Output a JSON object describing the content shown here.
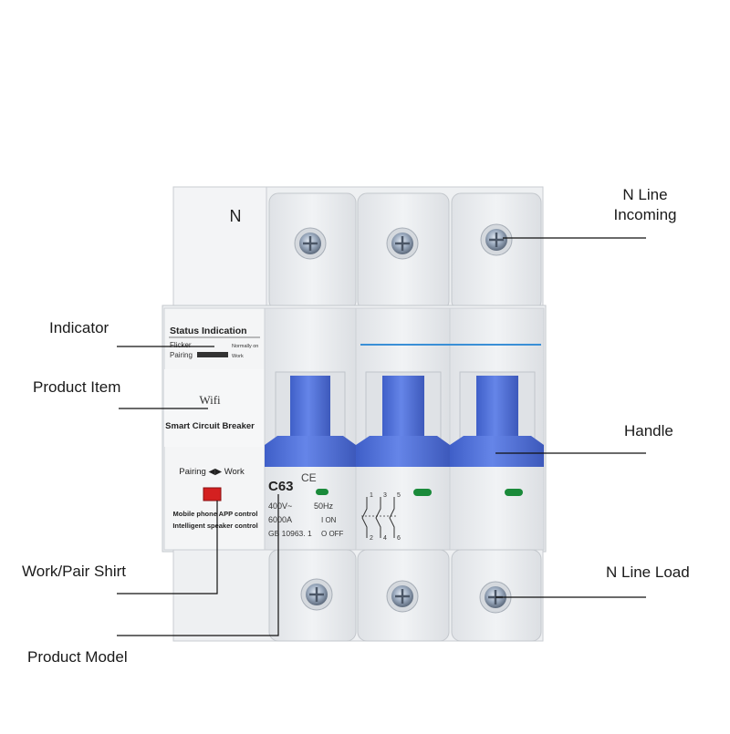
{
  "callouts": {
    "n_line_incoming": "N Line\nIncoming",
    "indicator": "Indicator",
    "product_item": "Product Item",
    "handle": "Handle",
    "work_pair_switch": "Work/Pair Shirt",
    "n_line_load": "N Line Load",
    "product_model": "Product Model"
  },
  "device": {
    "neutral_mark": "N",
    "status_title": "Status Indication",
    "status_flicker": "Flicker",
    "status_pairing": "Pairing",
    "status_normally_on": "Normally on",
    "status_work": "Work",
    "wifi": "Wifi",
    "product_name": "Smart Circuit Breaker",
    "pairing_work": "Pairing ◀▶ Work",
    "app_control": "Mobile phone APP control",
    "speaker_control": "Intelligent speaker control",
    "model": "C63",
    "ce_mark": "CE",
    "voltage": "400V~",
    "frequency": "50Hz",
    "breaking_capacity": "6000A",
    "standard": "GB 10963. 1",
    "on_label": "I ON",
    "off_label": "O OFF",
    "terminal_top": [
      "1",
      "3",
      "5"
    ],
    "terminal_bottom": [
      "2",
      "4",
      "6"
    ]
  },
  "colors": {
    "body": "#eceef0",
    "handle": "#4f6fd6",
    "accent_line": "#3a8fd6",
    "indicator_led": "#1a8a3a",
    "pair_button": "#d42020"
  }
}
